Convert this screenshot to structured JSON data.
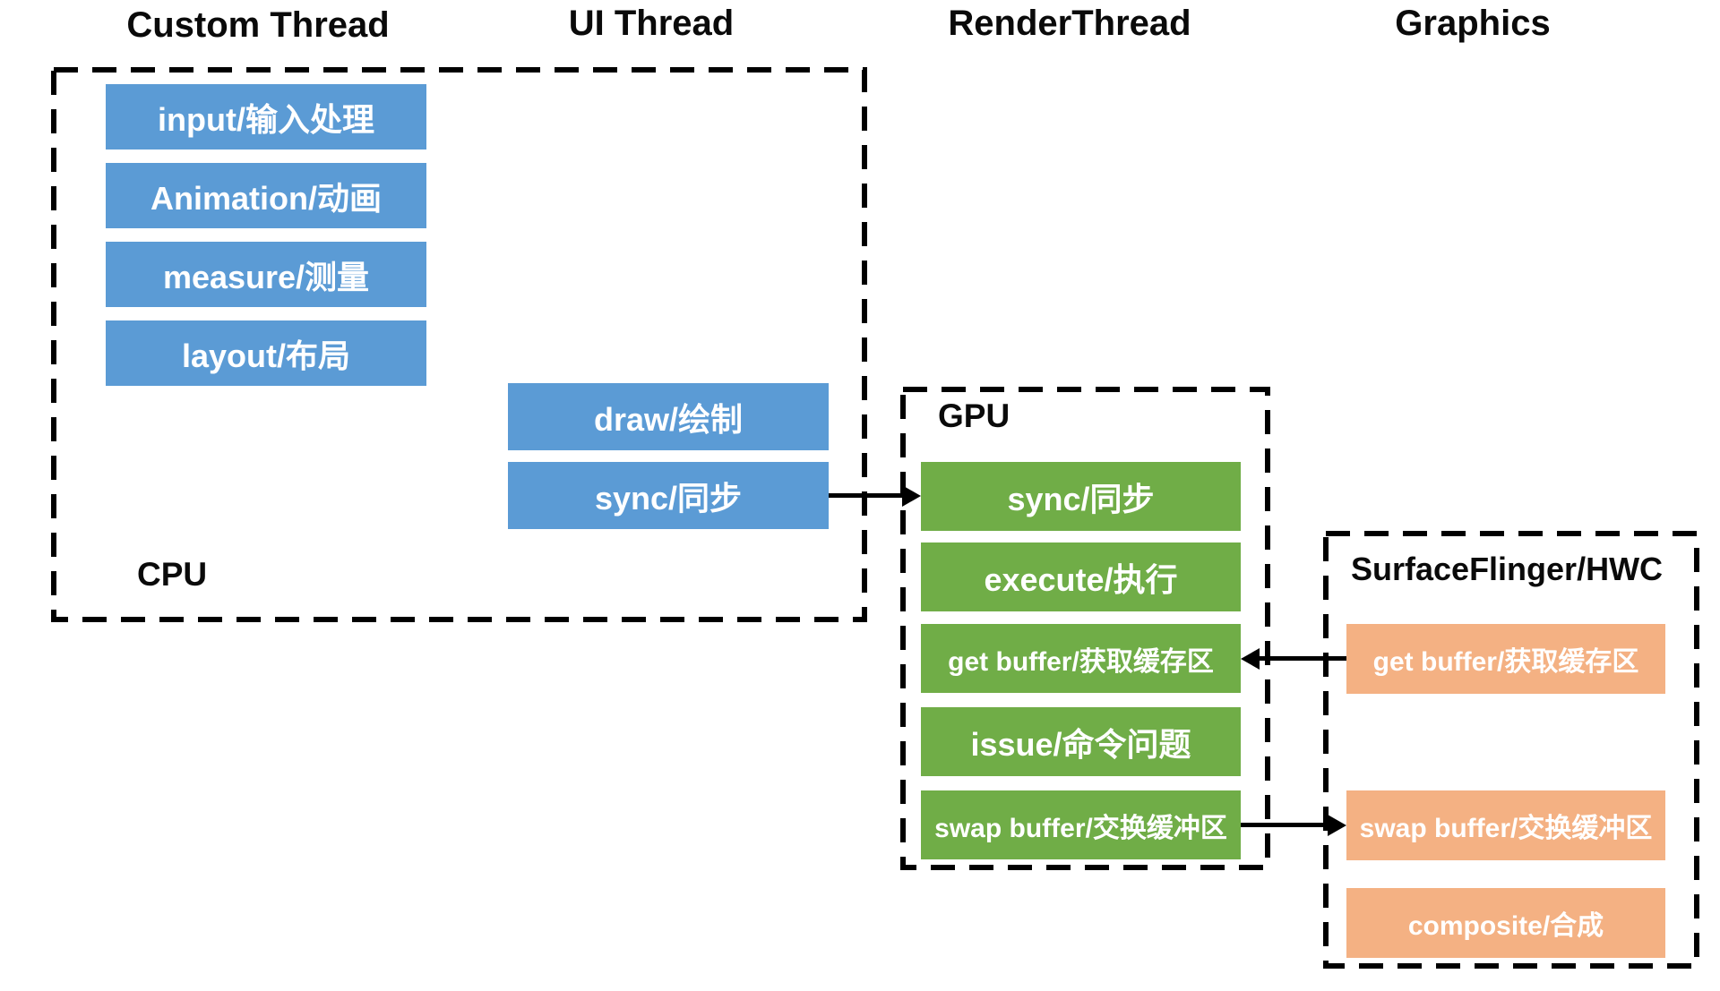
{
  "diagram": {
    "columns": {
      "custom_thread": "Custom Thread",
      "ui_thread": "UI Thread",
      "render_thread": "RenderThread",
      "graphics": "Graphics"
    },
    "groups": {
      "cpu_label": "CPU",
      "gpu_label": "GPU",
      "surfaceflinger_label": "SurfaceFlinger/HWC"
    },
    "custom_thread_tasks": [
      {
        "label": "input/输入处理"
      },
      {
        "label": "Animation/动画"
      },
      {
        "label": "measure/测量"
      },
      {
        "label": "layout/布局"
      }
    ],
    "ui_thread_tasks": [
      {
        "label": "draw/绘制"
      },
      {
        "label": "sync/同步"
      }
    ],
    "render_thread_tasks": [
      {
        "label": "sync/同步"
      },
      {
        "label": "execute/执行"
      },
      {
        "label": "get buffer/获取缓存区"
      },
      {
        "label": "issue/命令问题"
      },
      {
        "label": "swap buffer/交换缓冲区"
      }
    ],
    "graphics_tasks": [
      {
        "label": "get buffer/获取缓存区"
      },
      {
        "label": "swap buffer/交换缓冲区"
      },
      {
        "label": "composite/合成"
      }
    ],
    "colors": {
      "task_blue": "#5B9BD5",
      "task_green": "#70AD47",
      "task_orange": "#F4B183",
      "box_text": "#FFFFFF",
      "outline": "#000000"
    }
  }
}
